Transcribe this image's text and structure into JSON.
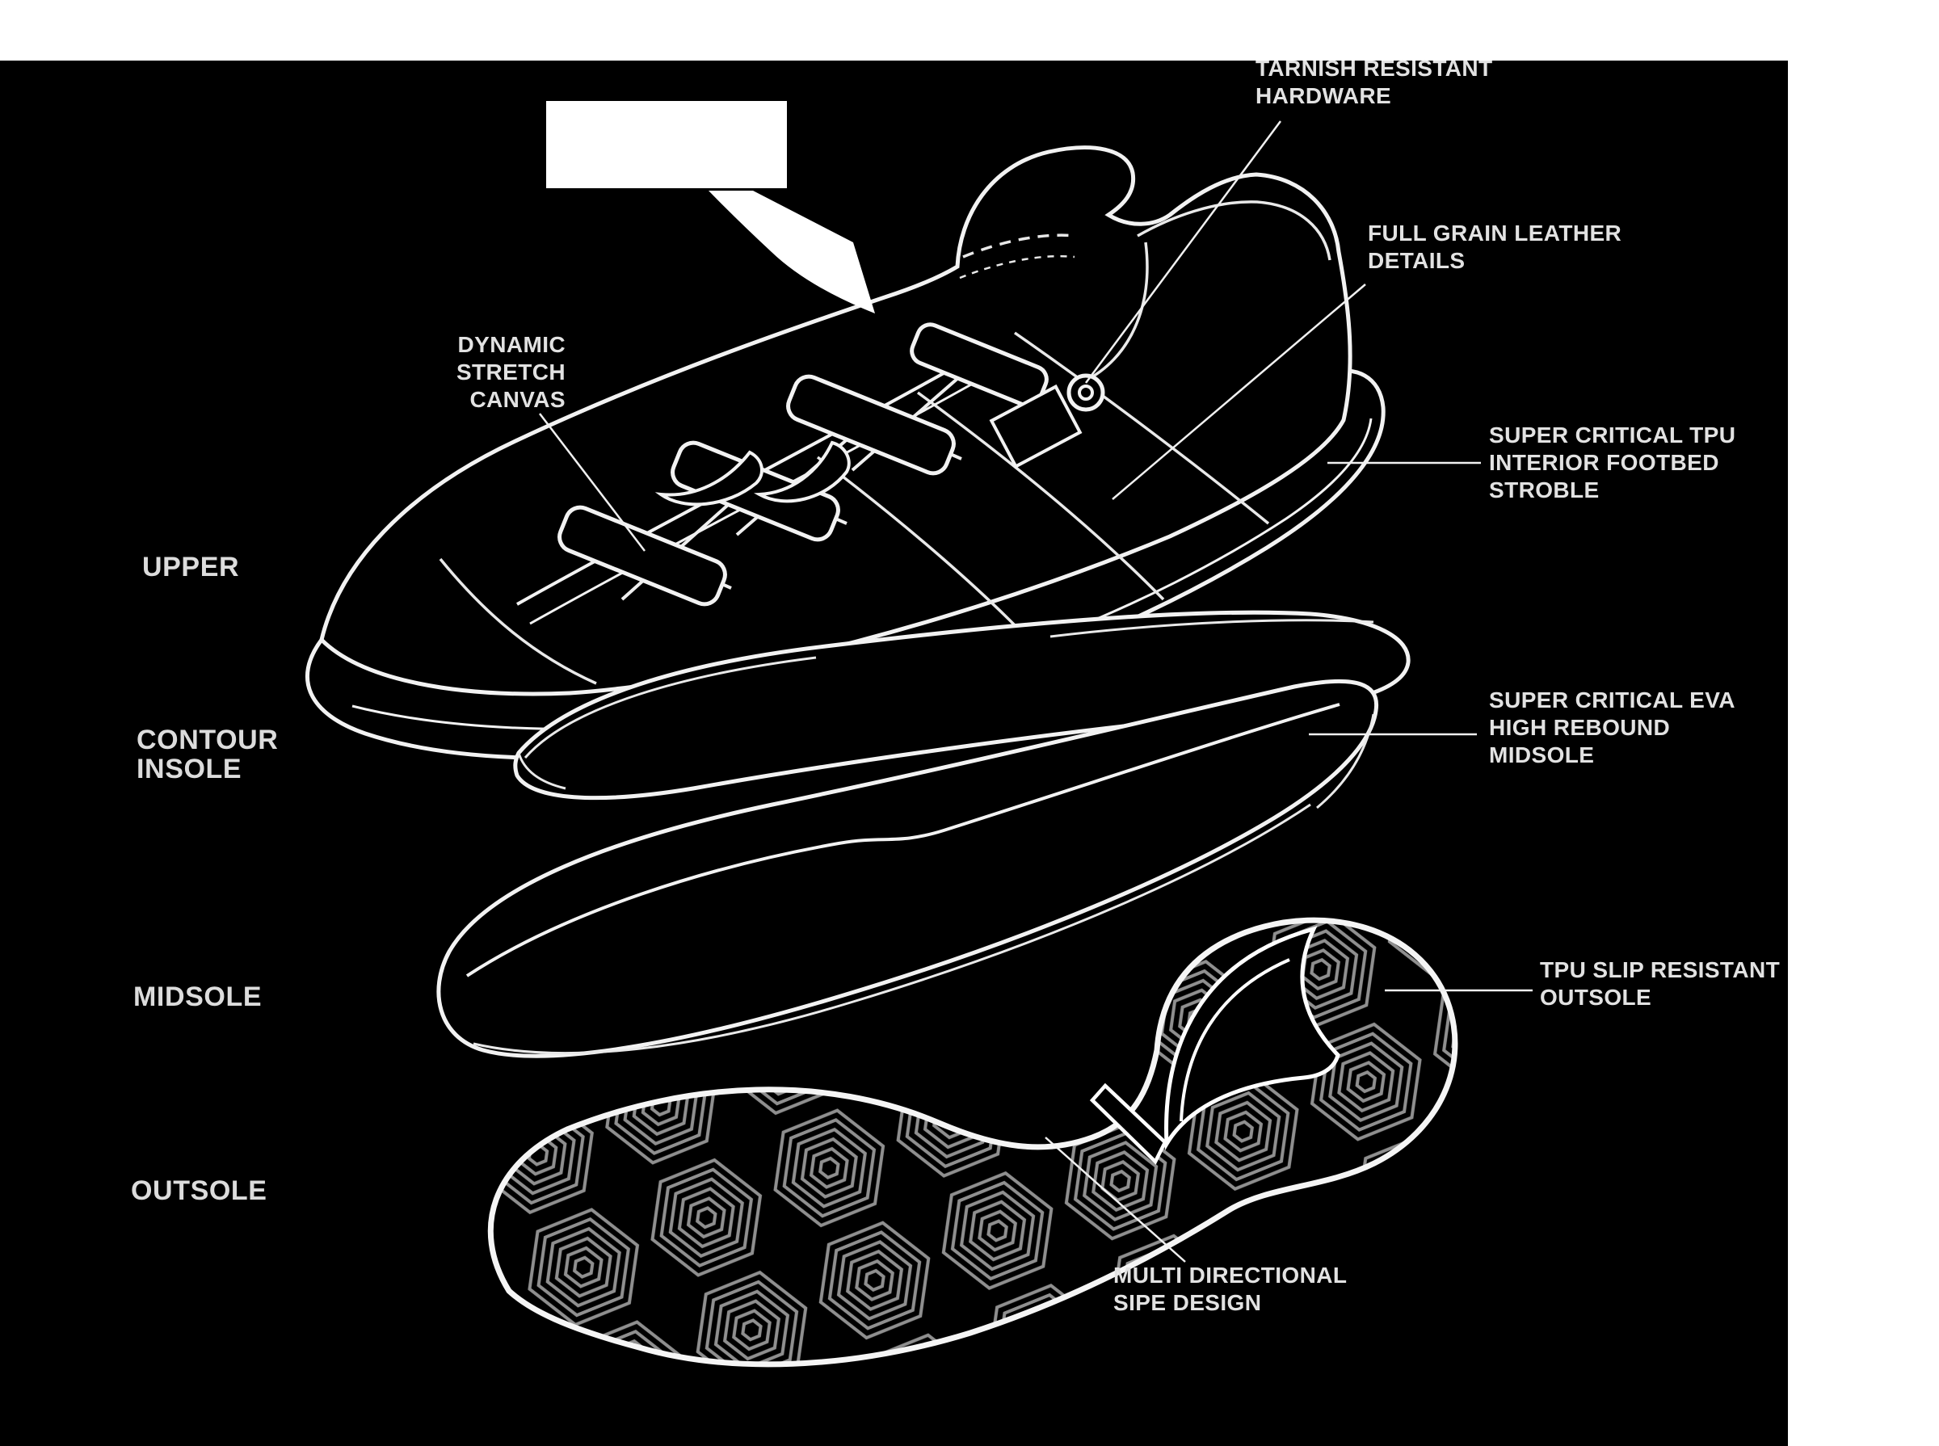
{
  "colors": {
    "canvas_background": "#000000",
    "page_background": "#ffffff",
    "line_art": "#f2f2f2",
    "label_text": "#e2e2e2",
    "tread_pattern": "#8f8f8f"
  },
  "side_labels": [
    {
      "id": "upper",
      "lines": [
        "UPPER"
      ]
    },
    {
      "id": "contour-insole",
      "lines": [
        "CONTOUR",
        "INSOLE"
      ]
    },
    {
      "id": "midsole",
      "lines": [
        "MIDSOLE"
      ]
    },
    {
      "id": "outsole",
      "lines": [
        "OUTSOLE"
      ]
    }
  ],
  "callouts": [
    {
      "id": "tarnish-hardware",
      "lines": [
        "TARNISH RESISTANT",
        "HARDWARE"
      ]
    },
    {
      "id": "full-grain-leather",
      "lines": [
        "FULL GRAIN LEATHER",
        "DETAILS"
      ]
    },
    {
      "id": "dynamic-stretch-canvas",
      "lines": [
        "DYNAMIC",
        "STRETCH",
        "CANVAS"
      ]
    },
    {
      "id": "tpu-interior-footbed",
      "lines": [
        "SUPER CRITICAL TPU",
        "INTERIOR FOOTBED",
        "STROBLE"
      ]
    },
    {
      "id": "eva-high-rebound",
      "lines": [
        "SUPER CRITICAL EVA",
        "HIGH REBOUND",
        "MIDSOLE"
      ]
    },
    {
      "id": "tpu-slip-resistant",
      "lines": [
        "TPU SLIP RESISTANT",
        "OUTSOLE"
      ]
    },
    {
      "id": "multi-directional-sipe",
      "lines": [
        "MULTI DIRECTIONAL",
        "SIPE DESIGN"
      ]
    }
  ]
}
